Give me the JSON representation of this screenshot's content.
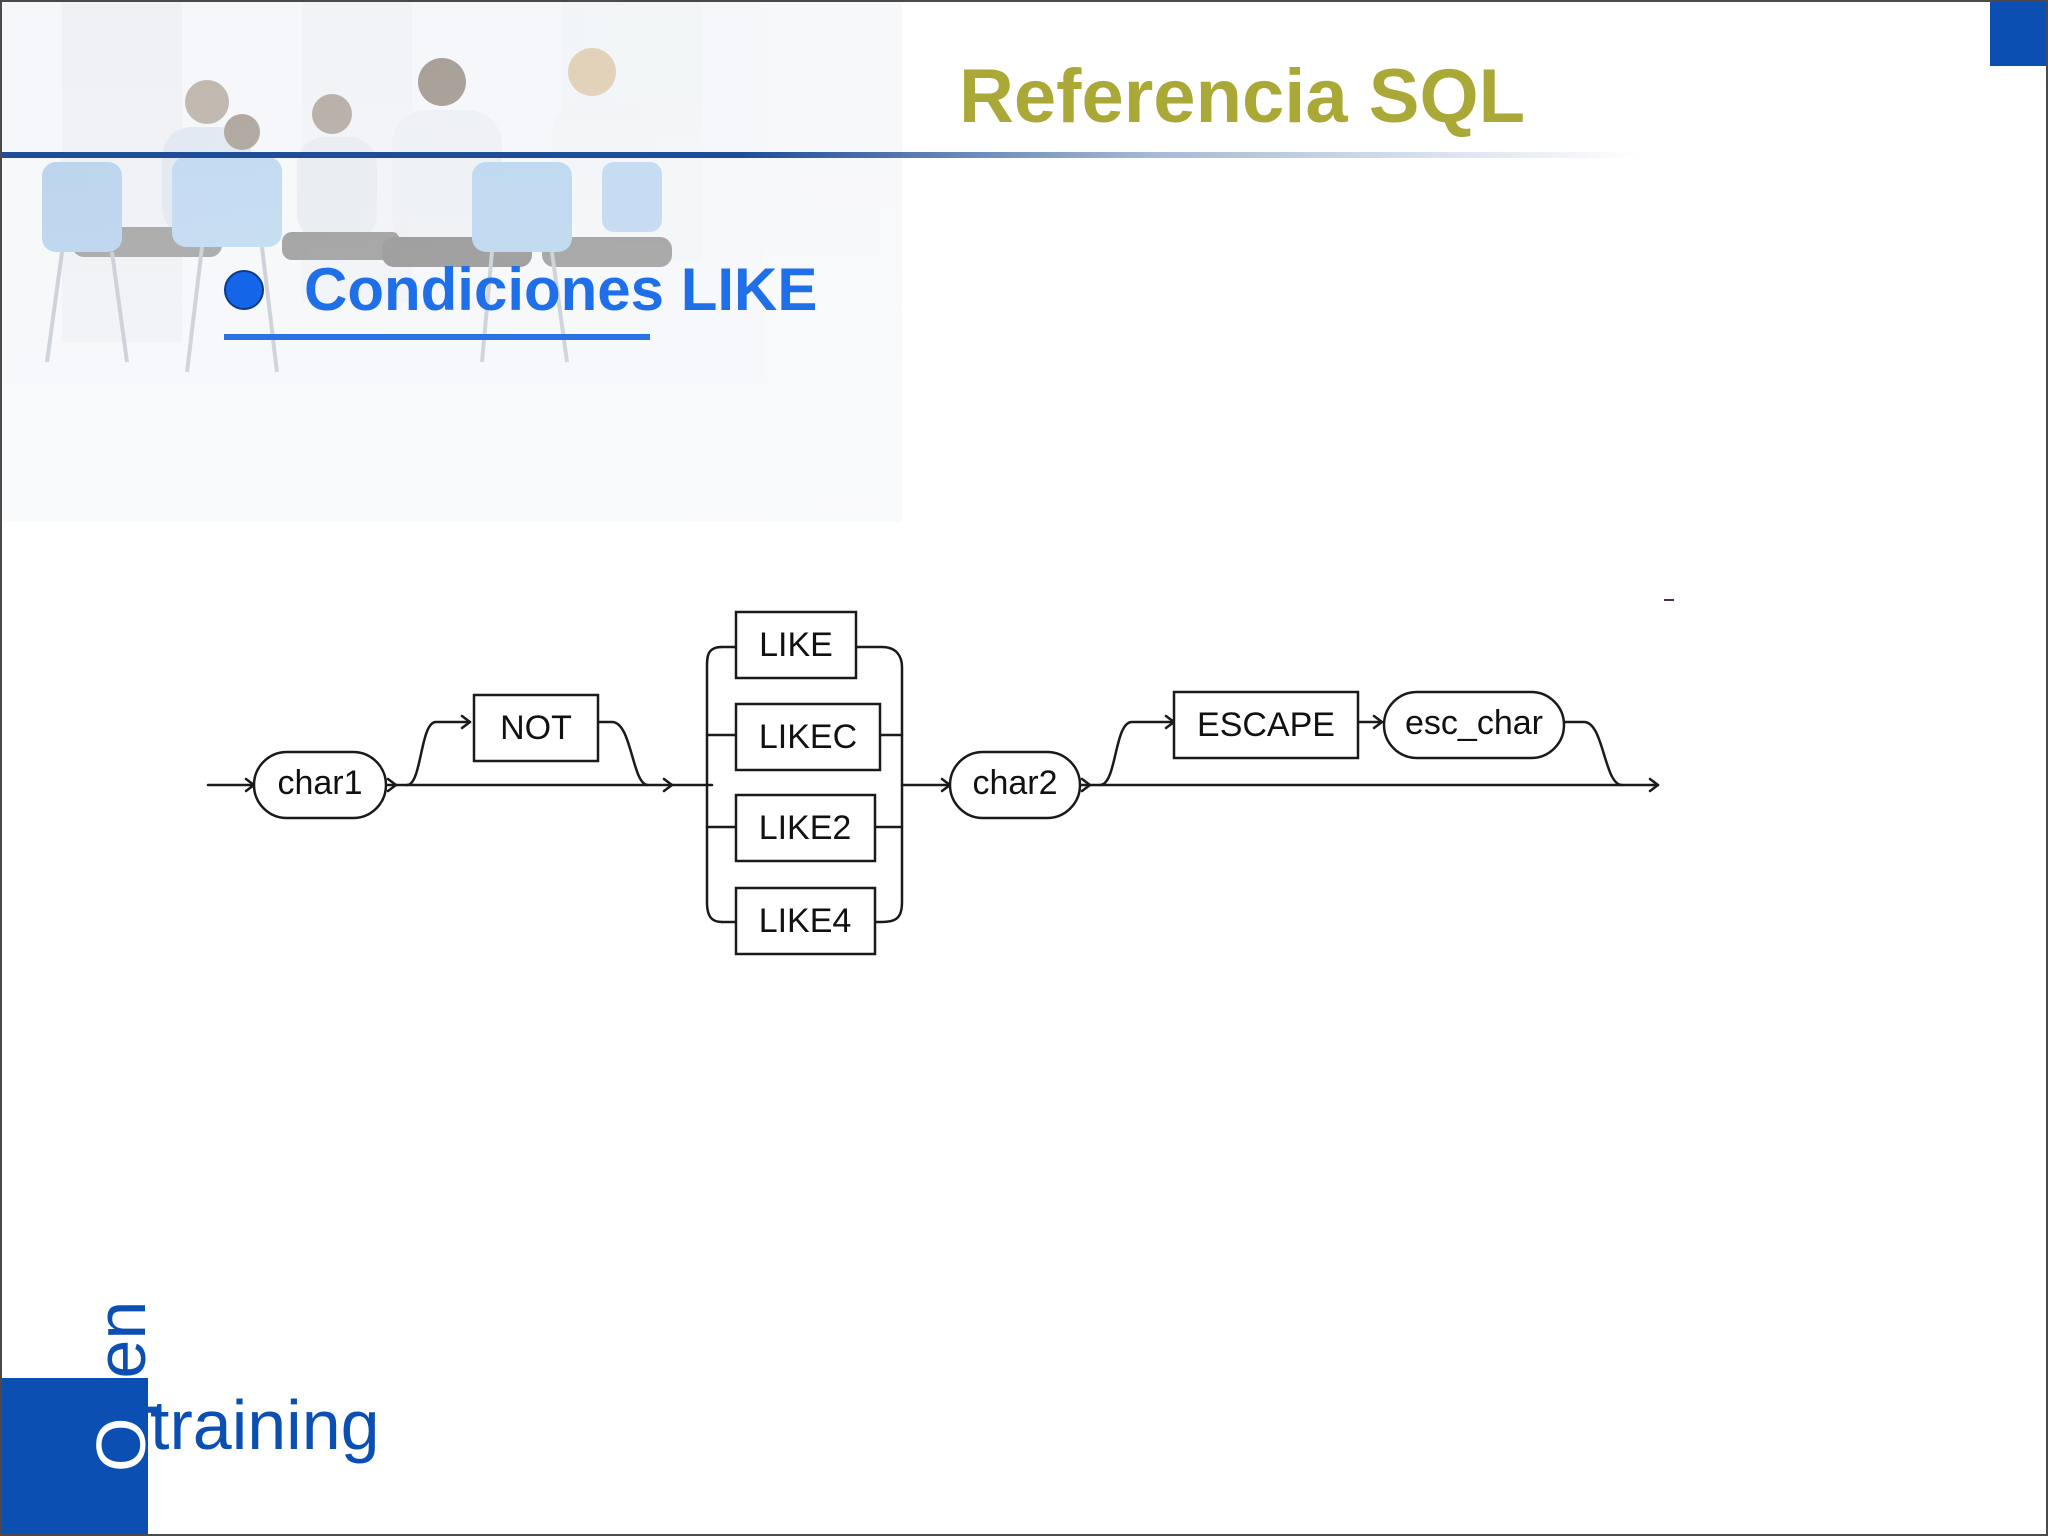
{
  "slide": {
    "title": "Referencia SQL",
    "bullet": "Condiciones LIKE",
    "colors": {
      "title": "#aaa836",
      "bullet": "#1f6fe8",
      "accent": "#0b4fb3",
      "rule": "#1f4e96"
    }
  },
  "diagram": {
    "nodes": {
      "char1": "char1",
      "not": "NOT",
      "like": "LIKE",
      "likec": "LIKEC",
      "like2": "LIKE2",
      "like4": "LIKE4",
      "char2": "char2",
      "escape": "ESCAPE",
      "esc_char": "esc_char"
    }
  },
  "logo": {
    "open_first": "O",
    "open_rest": "pen",
    "training": "training"
  }
}
